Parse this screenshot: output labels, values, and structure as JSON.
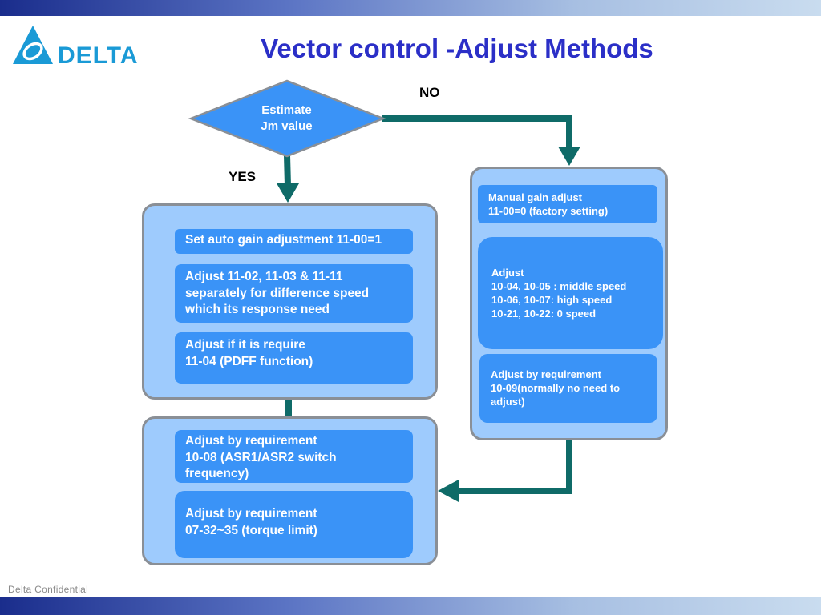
{
  "header": {
    "logo_text": "DELTA",
    "title": "Vector control -Adjust Methods"
  },
  "footer": {
    "text": "Delta Confidential"
  },
  "colors": {
    "title": "#2b2fc7",
    "panel_fill": "#9ecbfd",
    "panel_border": "#8a8f96",
    "step_fill": "#3a93f7",
    "arrow": "#0f6b68",
    "logo": "#1a9ad6"
  },
  "decision": {
    "lines": [
      "Estimate",
      "Jm value"
    ],
    "yes_label": "YES",
    "no_label": "NO"
  },
  "yes_branch": {
    "panel_1": {
      "steps": [
        {
          "lines": [
            "Set auto gain adjustment 11-00=1"
          ]
        },
        {
          "lines": [
            "Adjust 11-02, 11-03 & 11-11",
            "separately for difference speed",
            "which its response need"
          ]
        },
        {
          "lines": [
            "Adjust if it is require",
            "11-04 (PDFF function)"
          ]
        }
      ]
    },
    "panel_2": {
      "steps": [
        {
          "lines": [
            "Adjust by requirement",
            "10-08 (ASR1/ASR2 switch",
            "frequency)"
          ]
        },
        {
          "lines": [
            "Adjust by requirement",
            "07-32~35 (torque limit)"
          ]
        }
      ]
    }
  },
  "no_branch": {
    "panel": {
      "steps": [
        {
          "lines": [
            "Manual gain adjust",
            "11-00=0 (factory setting)"
          ]
        },
        {
          "lines": [
            "Adjust",
            "10-04, 10-05 : middle speed",
            "10-06, 10-07: high speed",
            "10-21, 10-22: 0 speed"
          ]
        },
        {
          "lines": [
            "Adjust by requirement",
            "10-09(normally no need to",
            "adjust)"
          ]
        }
      ]
    }
  }
}
